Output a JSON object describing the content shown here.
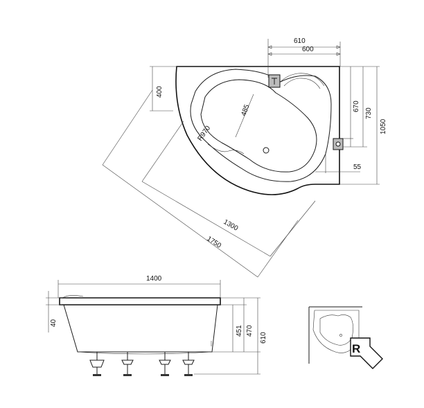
{
  "plan_view": {
    "dims": {
      "width_610": "610",
      "width_600": "600",
      "left_400": "400",
      "inner_485": "485",
      "radius_r970": "R970",
      "right_670": "670",
      "right_730": "730",
      "right_1050": "1050",
      "offset_55": "55",
      "diag_1300": "1300",
      "diag_1750": "1750"
    }
  },
  "side_view": {
    "dims": {
      "length_1400": "1400",
      "rim_40": "40",
      "depth_451": "451",
      "depth_470": "470",
      "height_610": "610"
    }
  },
  "orientation_icon": {
    "letter": "R"
  }
}
